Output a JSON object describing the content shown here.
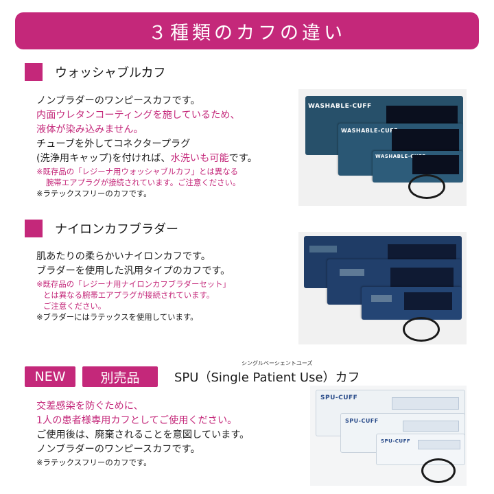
{
  "header": {
    "title": "３種類のカフの違い"
  },
  "sections": [
    {
      "title": "ウォッシャブルカフ",
      "lines": [
        "ノンブラダーのワンピースカフです。",
        "内面ウレタンコーティングを施しているため、",
        "液体が染み込みません。",
        "チューブを外してコネクタープラグ"
      ],
      "line5_pre": "(洗浄用キャップ)を付ければ、",
      "line5_hl": "水洗いも可能",
      "line5_post": "です。",
      "notes": [
        "※既存品の「レジーナ用ウォッシャブルカフ」とは異なる",
        "腕帯エアプラグが接続されています。ご注意ください。",
        "※ラテックスフリーのカフです。"
      ],
      "photo_text": [
        "WASHABLE-CUFF",
        "WASHABLE-CUFF",
        "WASHABLE-CUFF"
      ]
    },
    {
      "title": "ナイロンカフブラダー",
      "lines": [
        "肌あたりの柔らかいナイロンカフです。",
        "ブラダーを使用した汎用タイプのカフです。"
      ],
      "notes": [
        "※既存品の「レジーナ用ナイロンカフブラダーセット」",
        "とは異なる腕帯エアプラグが接続されています。",
        "ご注意ください。",
        "※ブラダーにはラテックスを使用しています。"
      ]
    },
    {
      "badge_new": "NEW",
      "badge_sold": "別売品",
      "title": "SPU（Single Patient Use）カフ",
      "ruby": "シングルペーシェントユーズ",
      "lines": [
        "交差感染を防ぐために、",
        "1人の患者様専用カフとしてご使用ください。",
        "ご使用後は、廃棄されることを意図しています。",
        "ノンブラダーのワンピースカフです。"
      ],
      "notes": [
        "※ラテックスフリーのカフです。"
      ],
      "photo_text": [
        "SPU-CUFF",
        "SPU-CUFF",
        "SPU-CUFF"
      ]
    }
  ],
  "colors": {
    "accent": "#c4287a",
    "cuff_teal": "#27506a",
    "cuff_navy": "#1f3c66",
    "spu_white": "#eef2f5"
  }
}
